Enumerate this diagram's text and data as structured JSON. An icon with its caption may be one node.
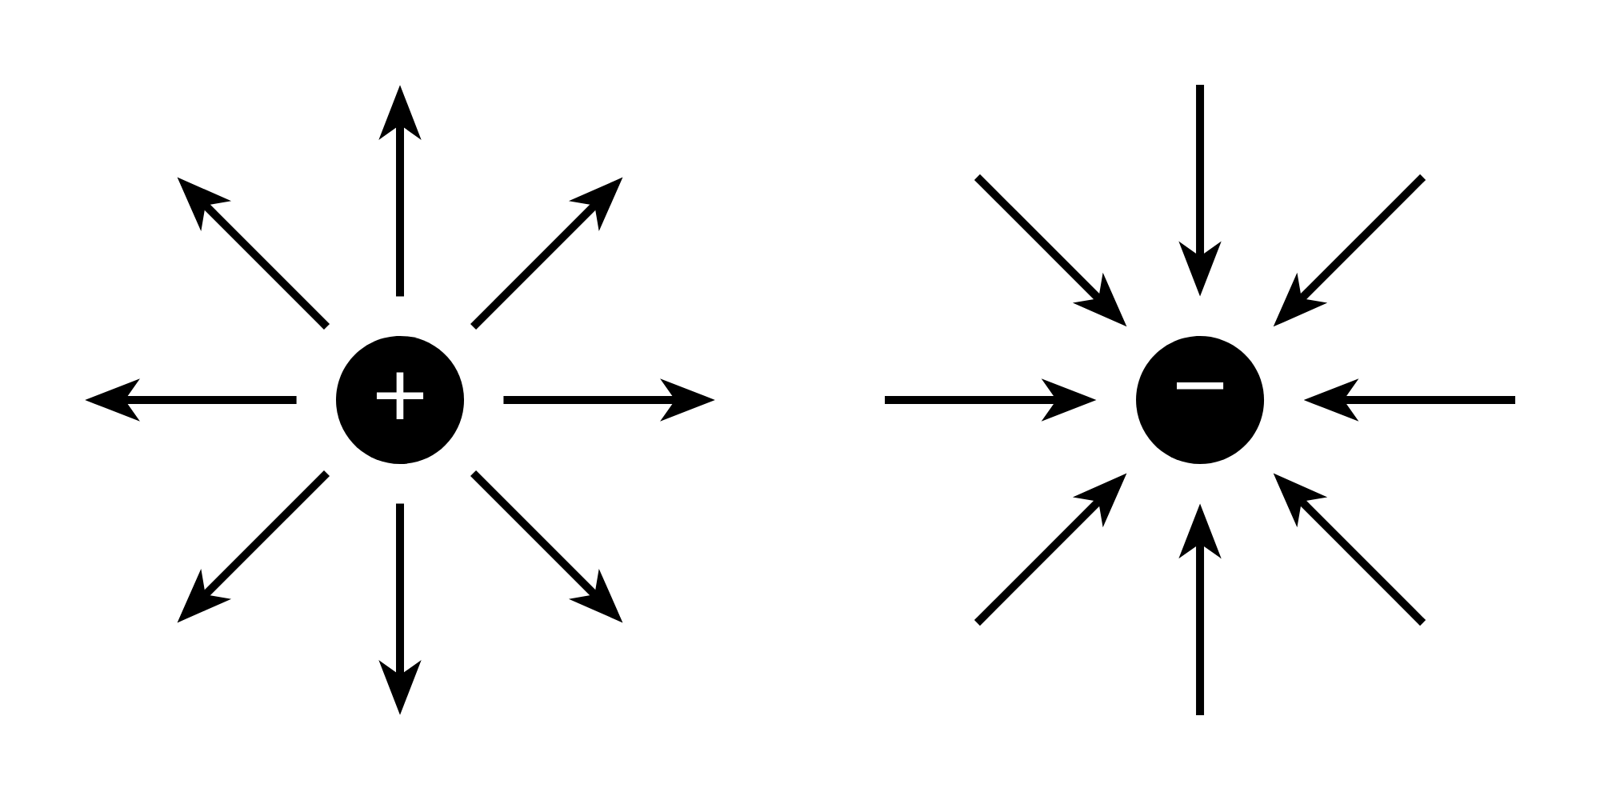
{
  "diagram": {
    "nodes": [
      {
        "text": [
          "+"
        ]
      },
      {
        "text": [
          "−"
        ]
      }
    ],
    "edges": [
      {
        "from": 0,
        "to": null,
        "arrow": "to"
      },
      {
        "from": 0,
        "to": null,
        "arrow": "to"
      },
      {
        "from": 0,
        "to": null,
        "arrow": "to"
      },
      {
        "from": 0,
        "to": null,
        "arrow": "to"
      },
      {
        "from": 0,
        "to": null,
        "arrow": "to"
      },
      {
        "from": 0,
        "to": null,
        "arrow": "to"
      },
      {
        "from": 0,
        "to": null,
        "arrow": "to"
      },
      {
        "from": 0,
        "to": null,
        "arrow": "to"
      },
      {
        "from": null,
        "to": 1,
        "arrow": "to"
      },
      {
        "from": null,
        "to": 1,
        "arrow": "to"
      },
      {
        "from": null,
        "to": 1,
        "arrow": "to"
      },
      {
        "from": null,
        "to": 1,
        "arrow": "to"
      },
      {
        "from": null,
        "to": 1,
        "arrow": "to"
      },
      {
        "from": null,
        "to": 1,
        "arrow": "to"
      },
      {
        "from": null,
        "to": 1,
        "arrow": "to"
      },
      {
        "from": null,
        "to": 1,
        "arrow": "to"
      }
    ]
  }
}
